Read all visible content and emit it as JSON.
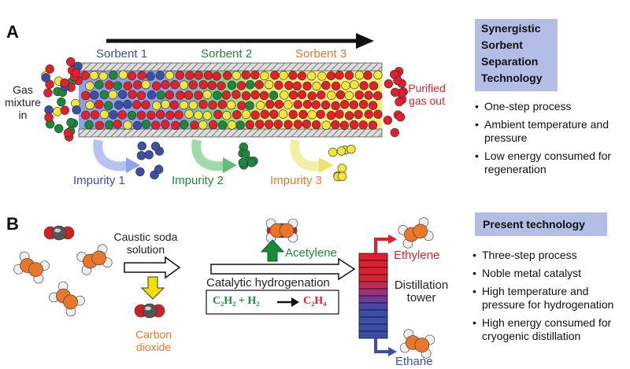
{
  "panelA": {
    "letter": "A",
    "gas_in": "Gas mixture in",
    "gas_out": "Purified gas out",
    "sorbents": [
      "Sorbent 1",
      "Sorbent 2",
      "Sorbent 3"
    ],
    "impurities": [
      "Impurity 1",
      "Impurity 2",
      "Impurity 3"
    ],
    "sst_lines": [
      "Synergistic",
      "Sorbent",
      "Separation",
      "Technology"
    ],
    "bullets": [
      "One-step process",
      "Ambient temperature and pressure",
      "Low energy consumed for regeneration"
    ]
  },
  "panelB": {
    "letter": "B",
    "caustic": "Caustic soda solution",
    "co2": "Carbon dioxide",
    "acetylene": "Acetylene",
    "hydrogenation": "Catalytic hydrogenation",
    "eq_left": "C₂H₂ + H₂",
    "eq_right": "C₂H₄",
    "ethylene": "Ethylene",
    "ethane": "Ethane",
    "tower": "Distillation tower",
    "present_title": "Present technology",
    "bullets": [
      "Three-step process",
      "Noble metal catalyst",
      "High temperature and pressure for hydrogenation",
      "High energy consumed for cryogenic distillation"
    ]
  },
  "colors": {
    "blue": "#3b4fa8",
    "green": "#1a8a3a",
    "orange": "#e8772a",
    "red": "#e3202a",
    "yellow": "#f5e53a",
    "box": "#b4bde6"
  }
}
